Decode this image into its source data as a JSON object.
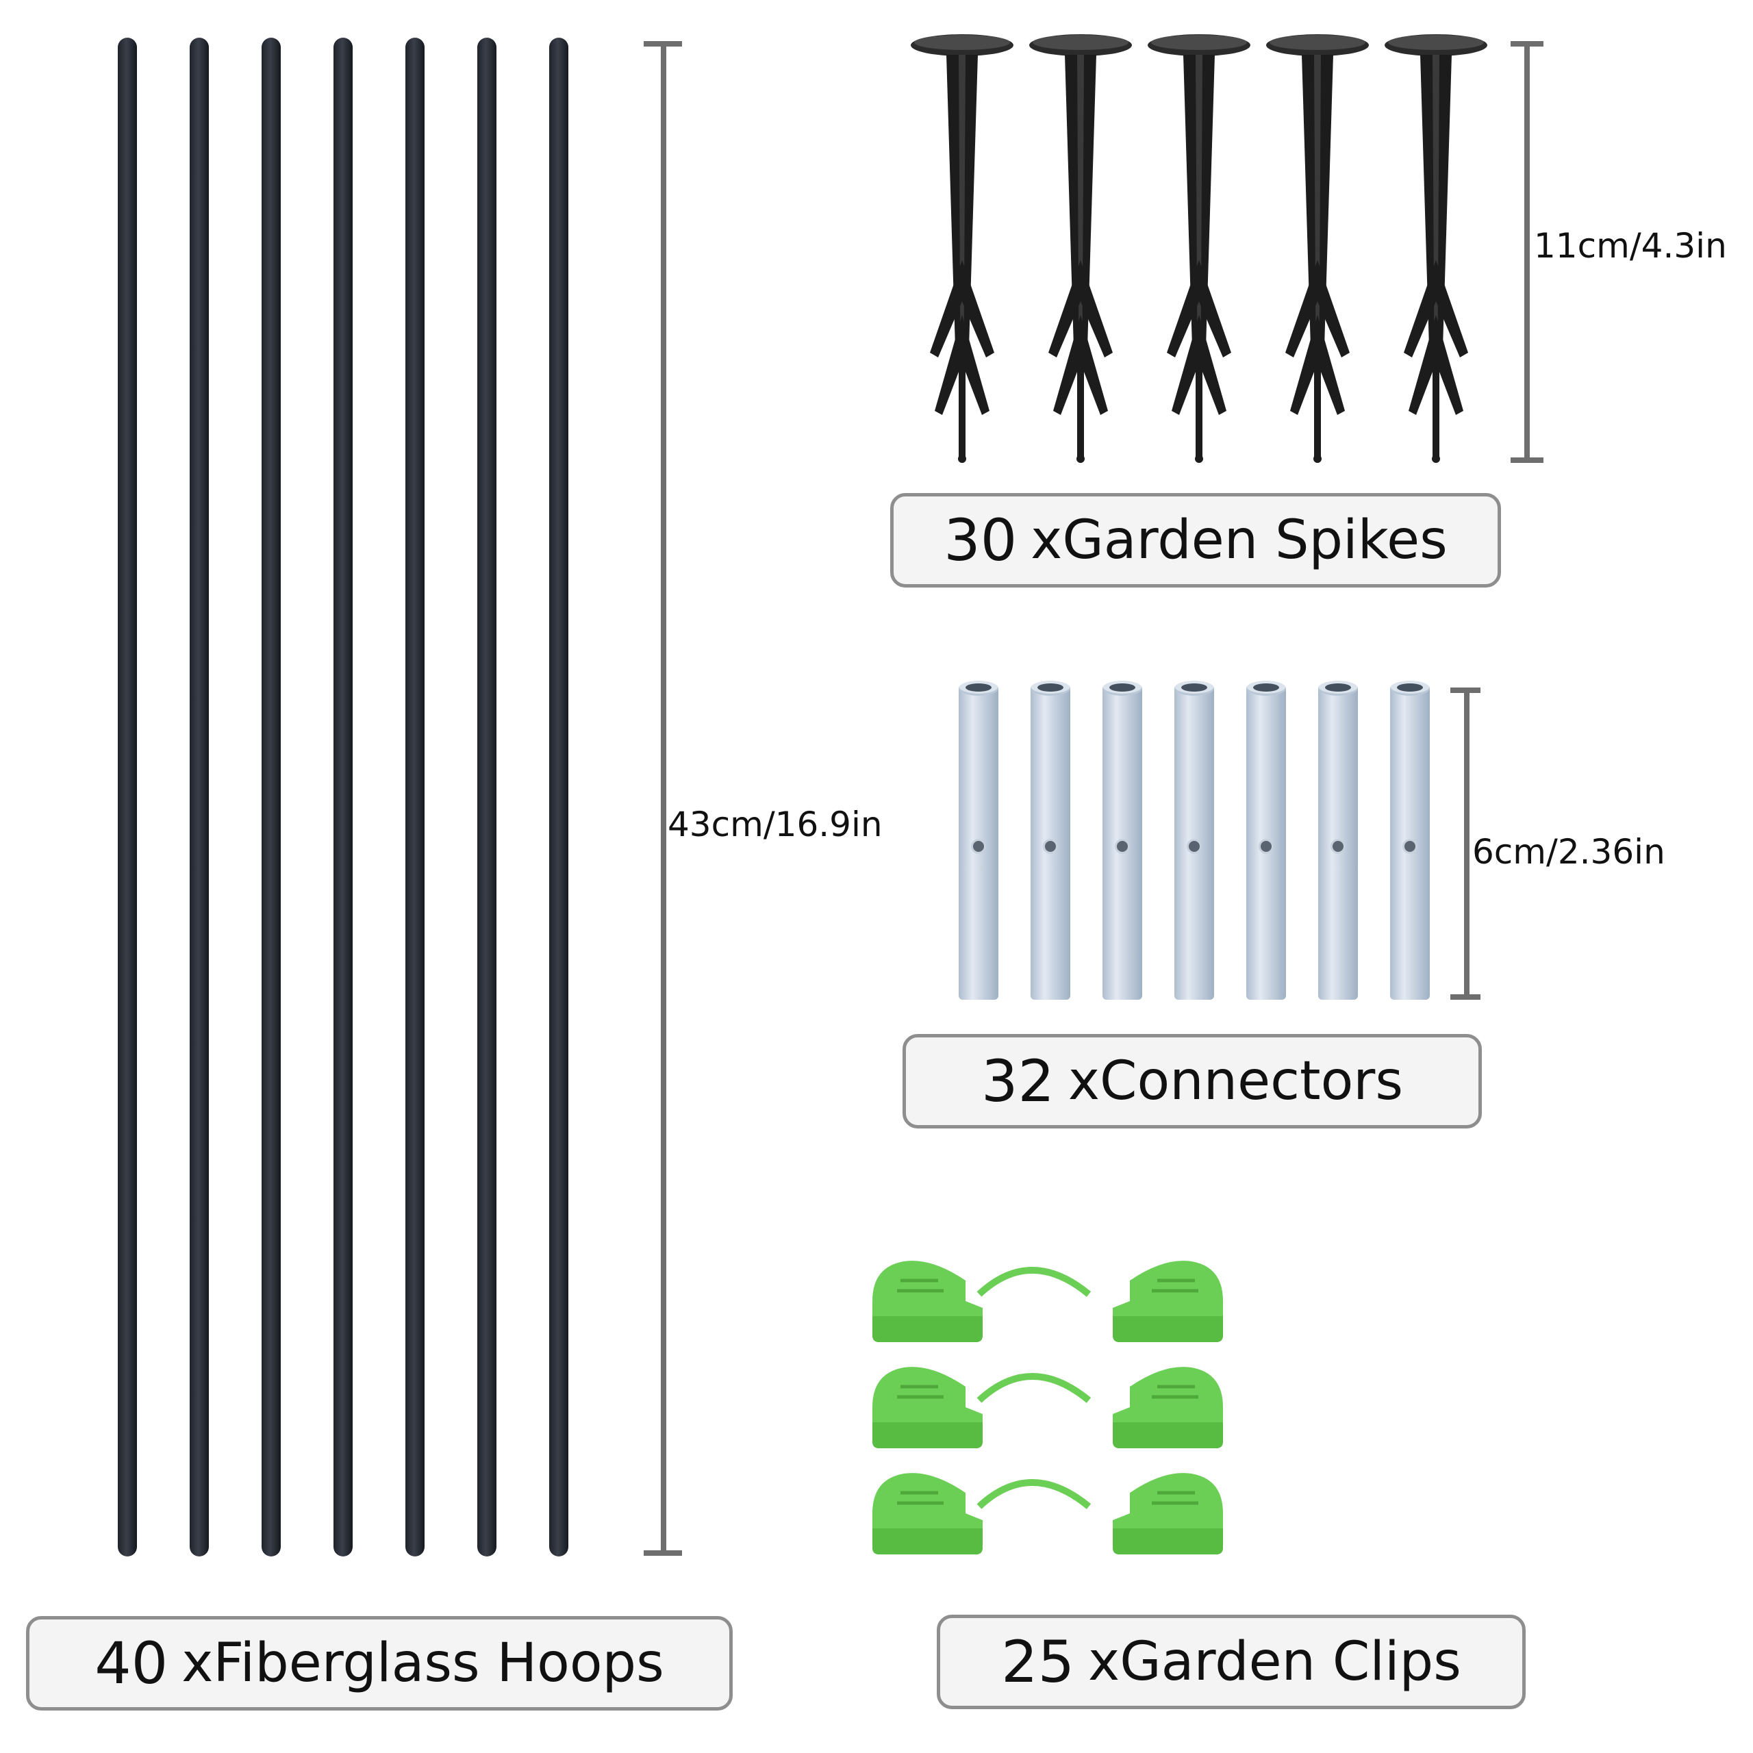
{
  "hoops": {
    "qty": "40",
    "name": "xFiberglass Hoops",
    "dimension": "43cm/16.9in"
  },
  "spikes": {
    "qty": "30",
    "name": "xGarden Spikes",
    "dimension": "11cm/4.3in"
  },
  "connectors": {
    "qty": "32",
    "name": "xConnectors",
    "dimension": "6cm/2.36in"
  },
  "clips": {
    "qty": "25",
    "name": "xGarden Clips"
  },
  "colors": {
    "rod": "#2a2e37",
    "spike": "#1c1c1c",
    "connector": "#c8d3e0",
    "clip": "#6ccf55",
    "ruler": "#6e6e6e",
    "caption_border": "#8e8e8e",
    "caption_fill": "#f4f4f4"
  }
}
